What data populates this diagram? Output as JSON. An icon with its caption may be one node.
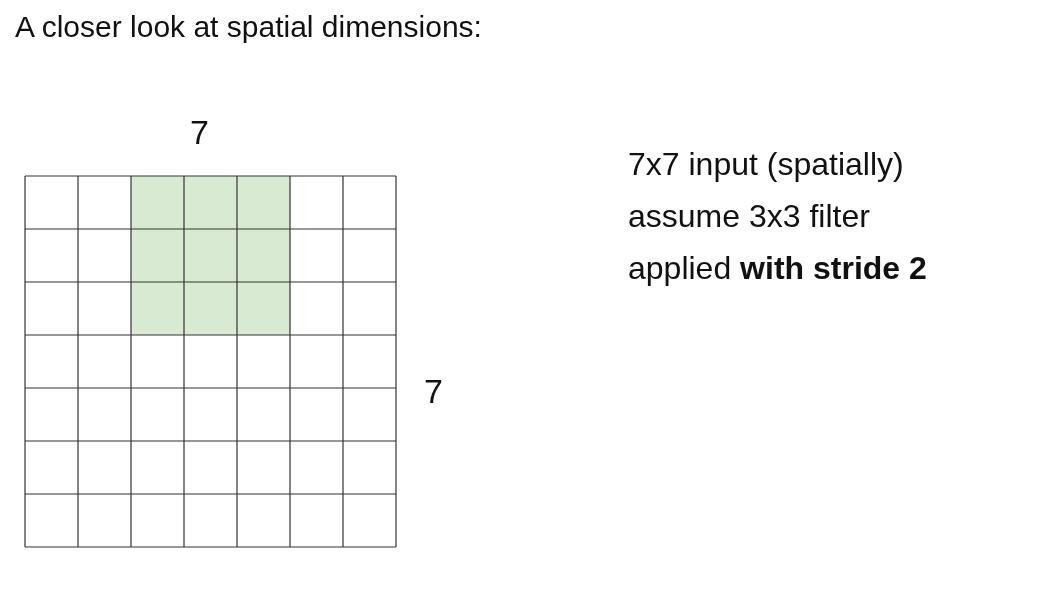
{
  "diagram": {
    "title": "A closer look at spatial dimensions:",
    "labels": [
      "7",
      "7",
      "7x7 input (spatially)",
      "assume 3x3 filter",
      "applied **with stride 2**"
    ]
  }
}
